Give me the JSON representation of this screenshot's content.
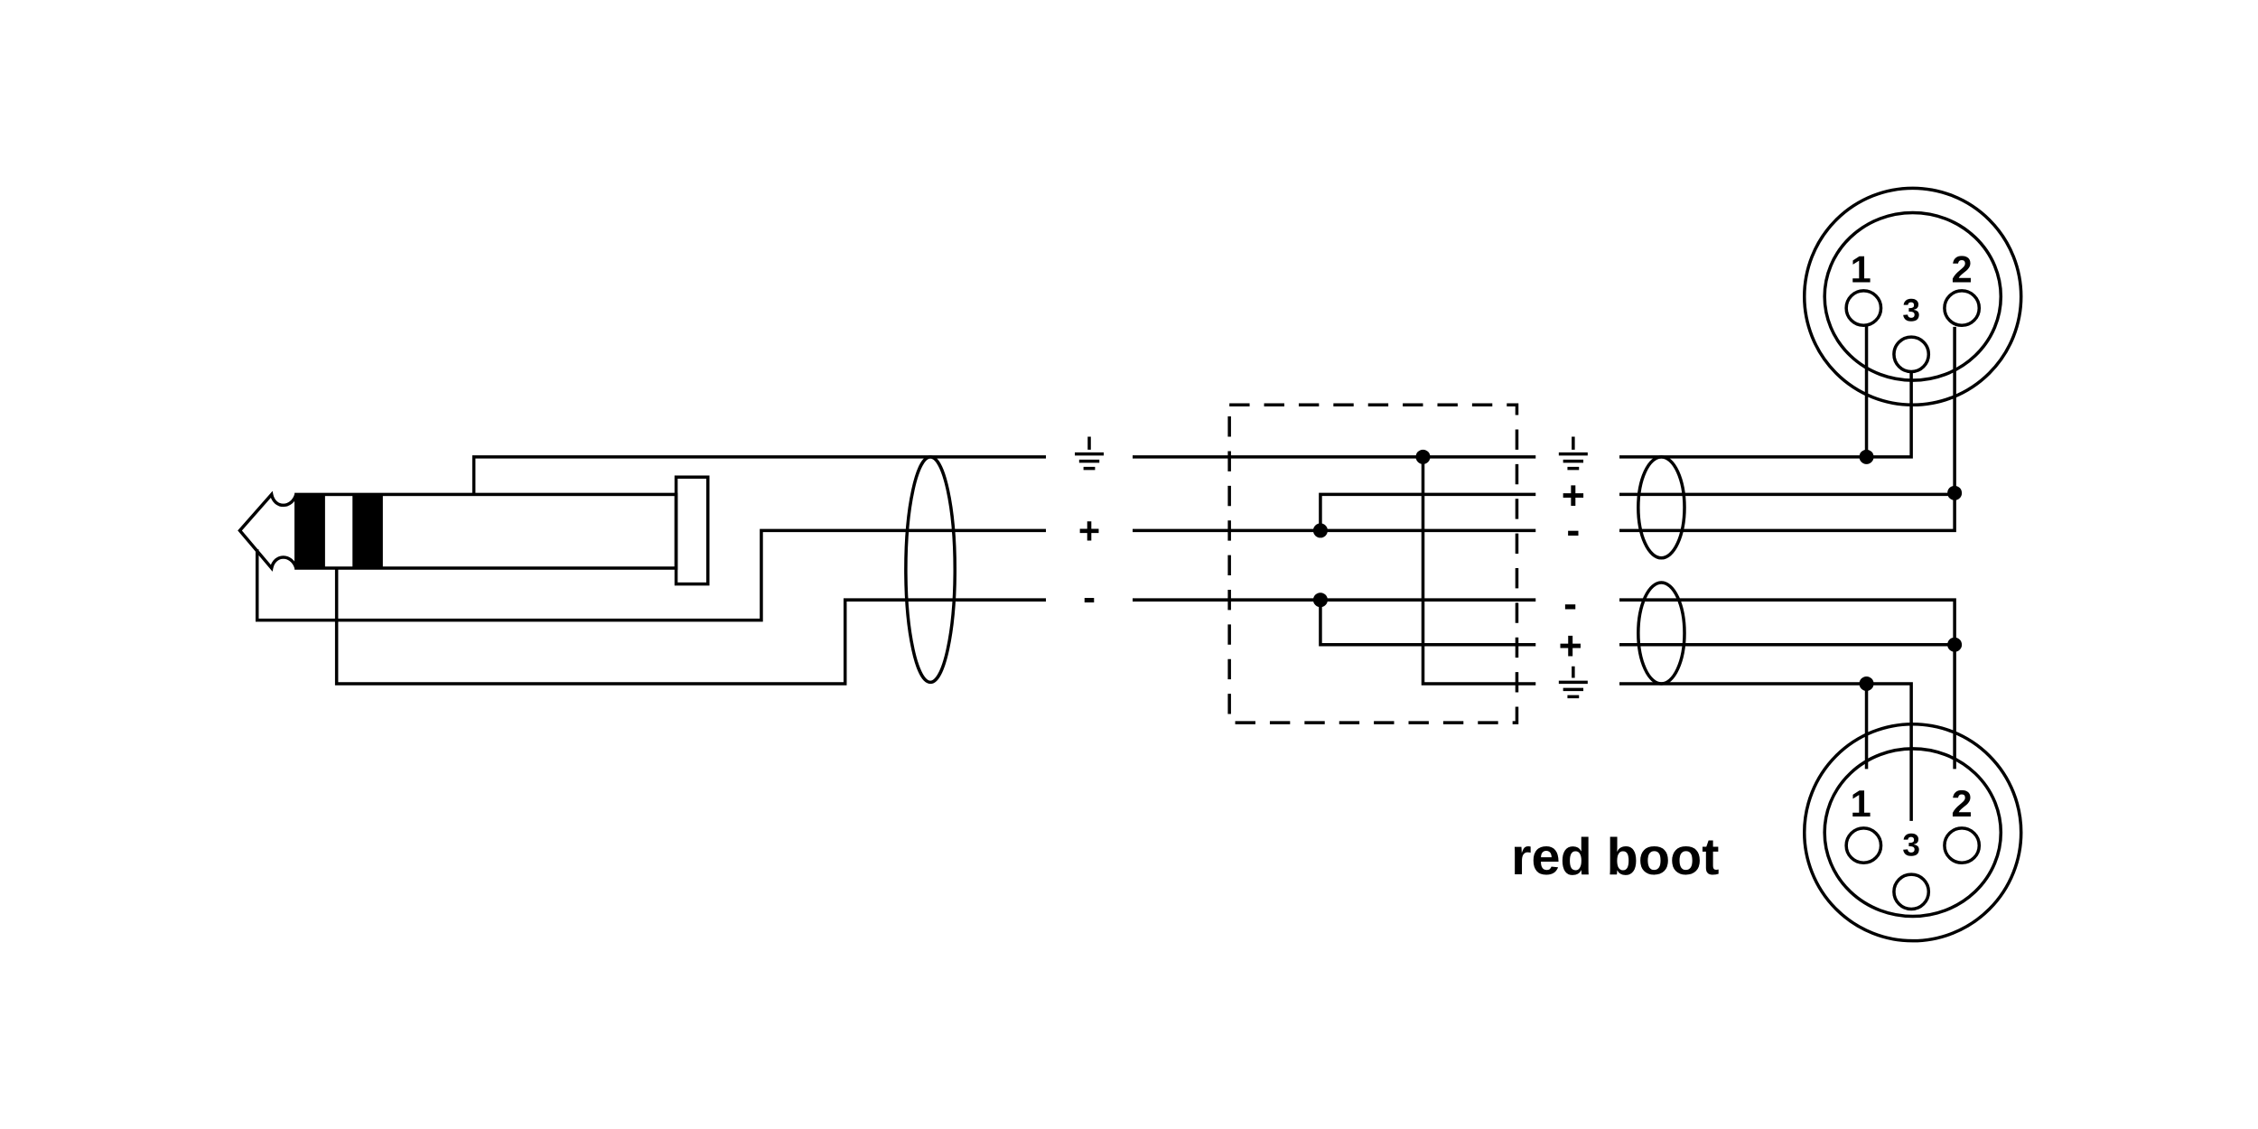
{
  "labels": {
    "plus": "+",
    "minus": "-",
    "caption": "red boot"
  },
  "xlr_top": {
    "pin1": "1",
    "pin2": "2",
    "pin3": "3"
  },
  "xlr_bottom": {
    "pin1": "1",
    "pin2": "2",
    "pin3": "3"
  },
  "colors": {
    "line": "#000000",
    "background": "#ffffff"
  }
}
